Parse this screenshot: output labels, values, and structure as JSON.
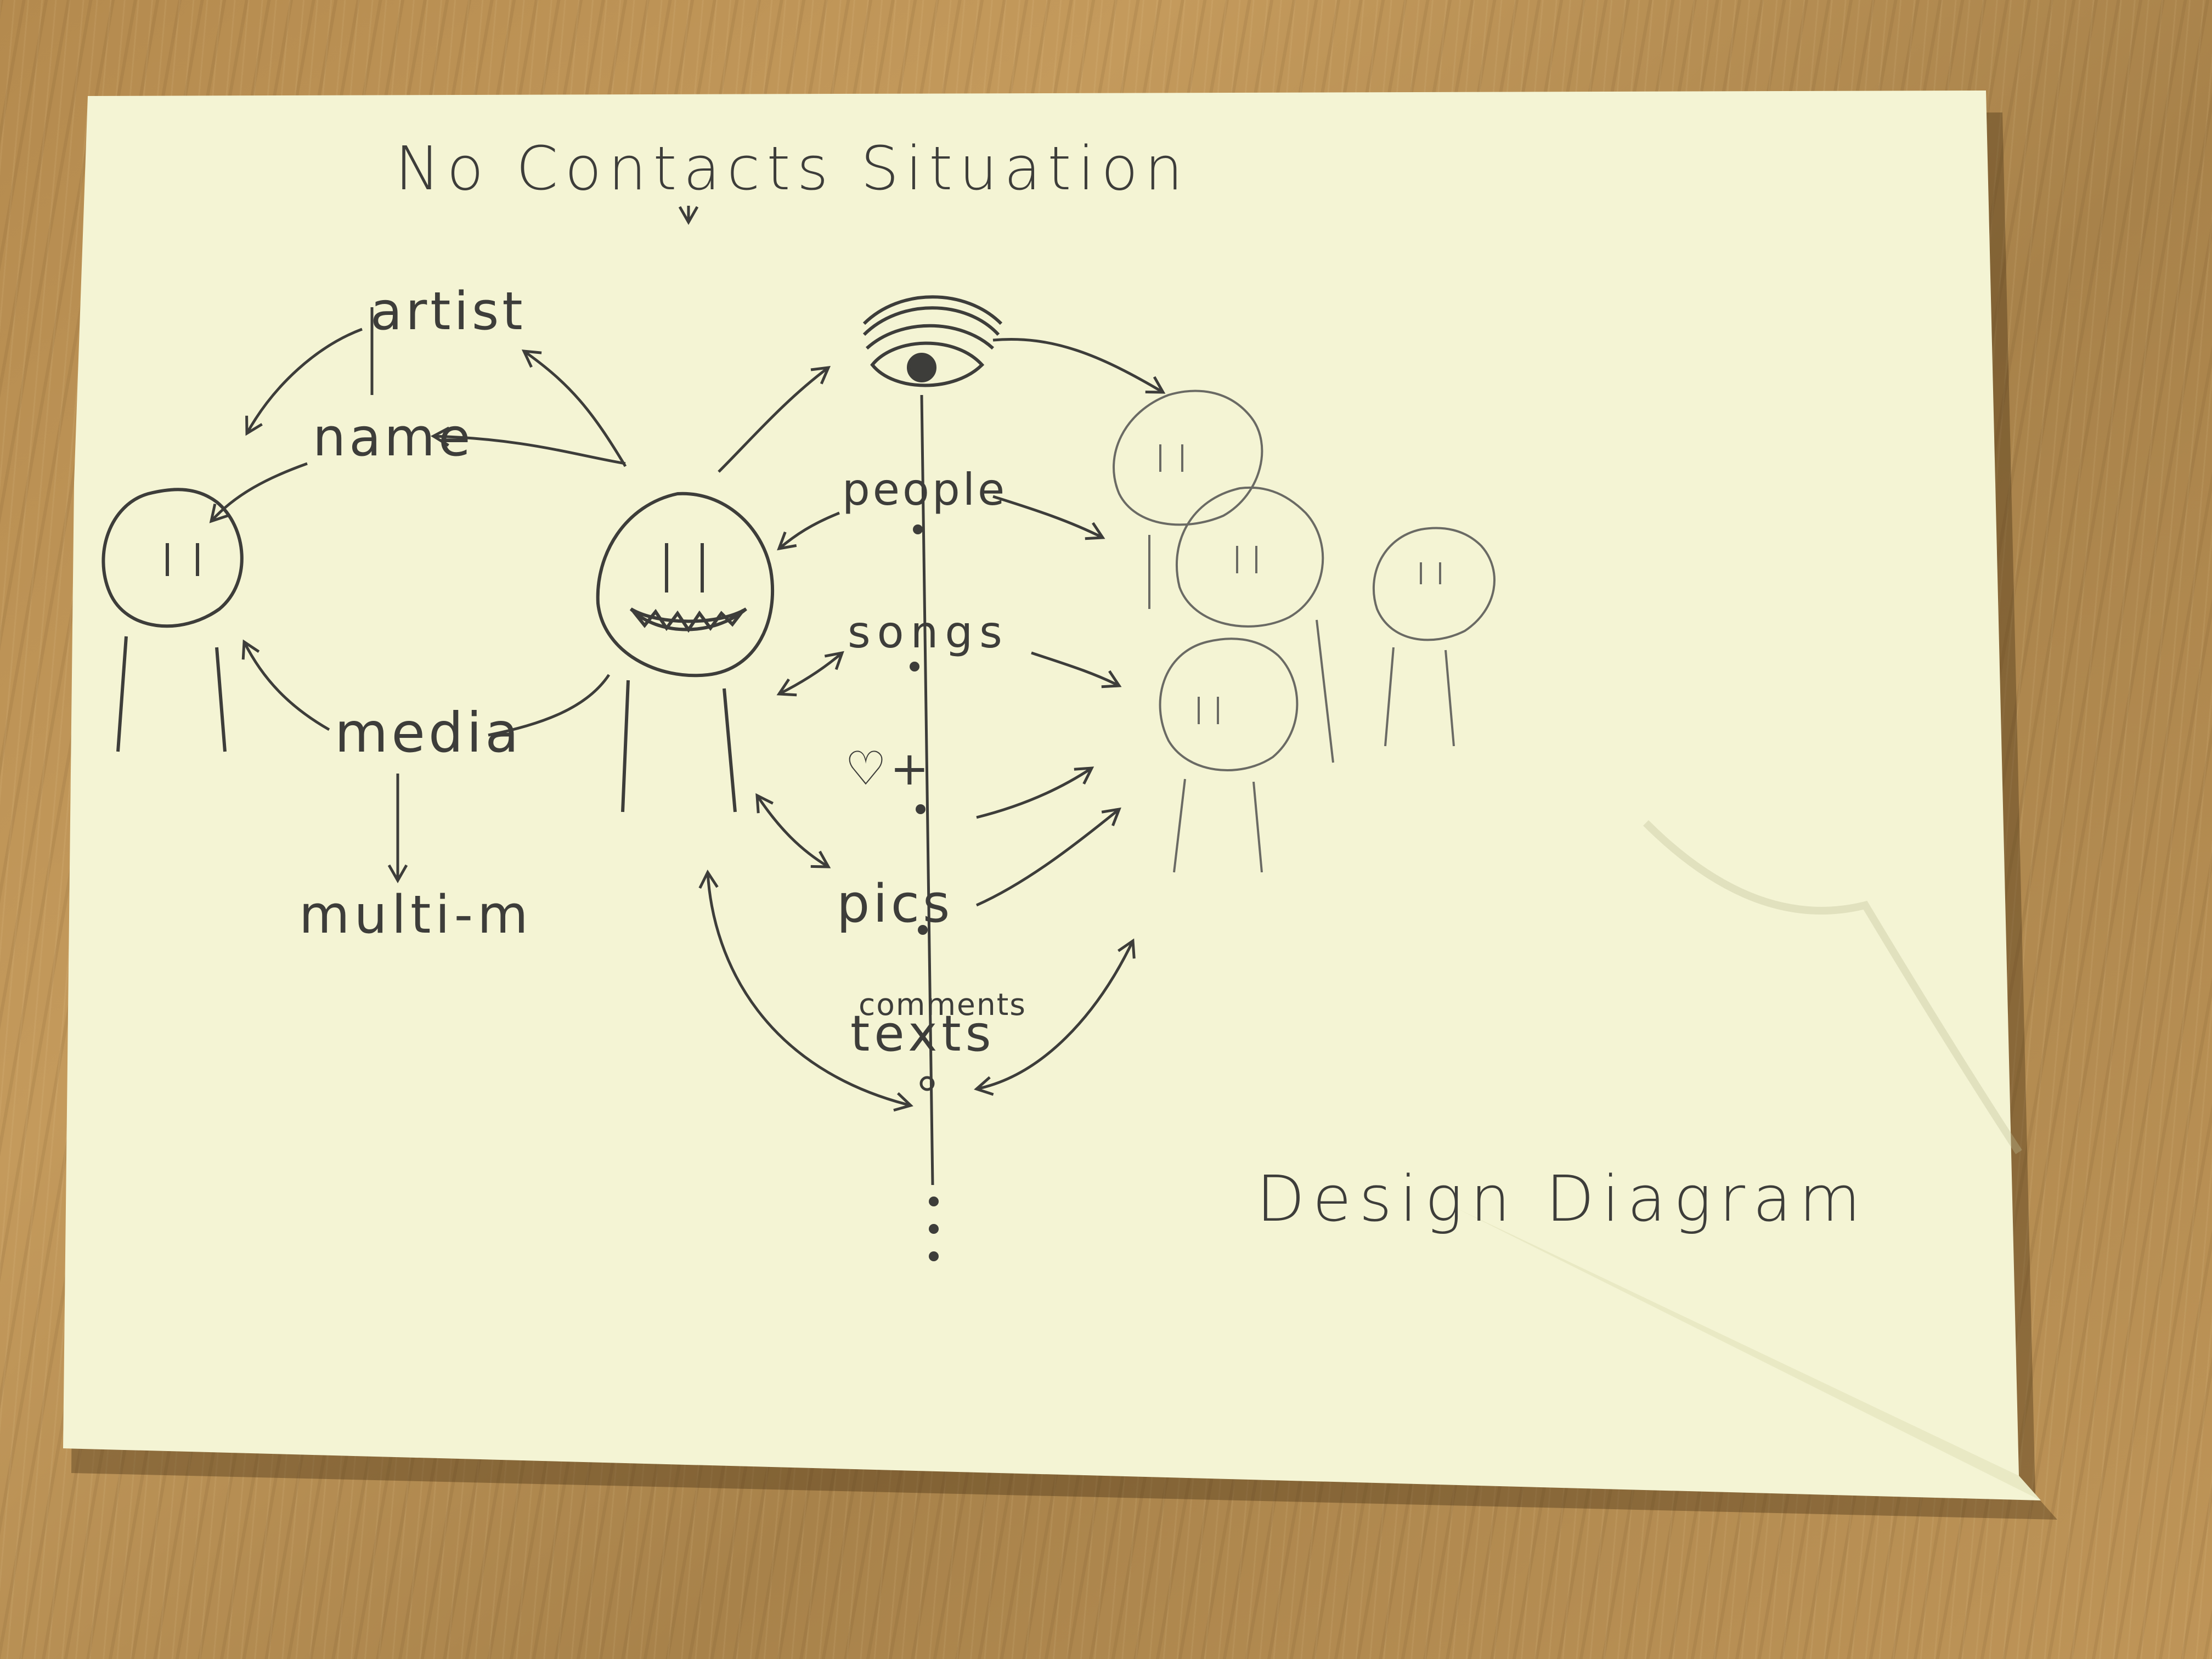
{
  "header": {
    "title": "No Contacts Situation"
  },
  "left_cluster": {
    "artist": "artist",
    "name": "name",
    "media": "media",
    "multi": "multi-m"
  },
  "stream": {
    "people": "people",
    "songs": "songs",
    "likes": "♡+",
    "pics": "pics",
    "comments": "comments",
    "texts": "texts"
  },
  "footer": {
    "caption": "Design Diagram"
  }
}
